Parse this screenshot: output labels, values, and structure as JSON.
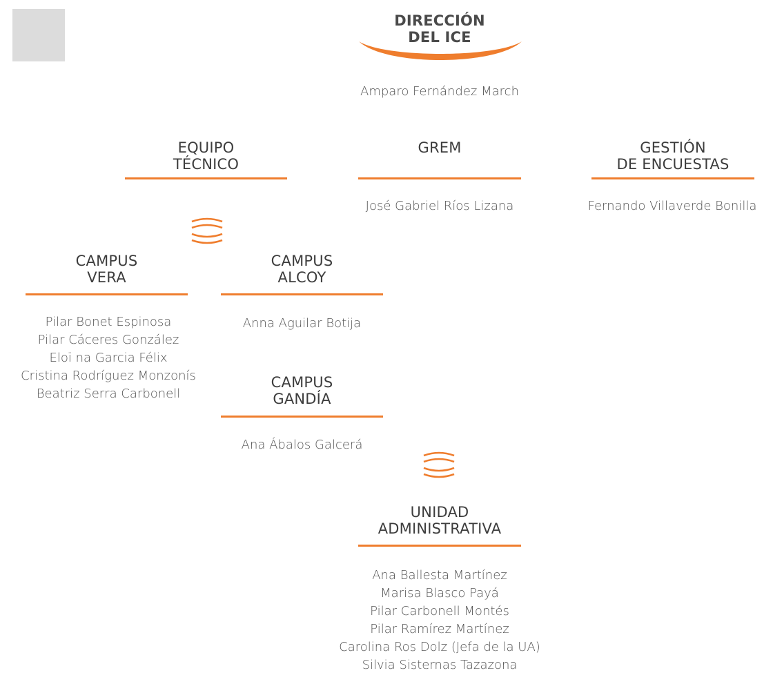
{
  "direccion": {
    "title_line1": "DIRECCIÓN",
    "title_line2": "DEL ICE",
    "name": "Amparo Fernández March"
  },
  "equipo_tecnico": {
    "title_line1": "EQUIPO",
    "title_line2": "TÉCNICO"
  },
  "grem": {
    "title_line1": "GREM",
    "names": [
      "José Gabriel Ríos Lizana"
    ]
  },
  "encuestas": {
    "title_line1": "GESTIÓN",
    "title_line2": "DE ENCUESTAS",
    "names": [
      "Fernando Villaverde Bonilla"
    ]
  },
  "campus_vera": {
    "title_line1": "CAMPUS",
    "title_line2": "VERA",
    "names": [
      "Pilar Bonet Espinosa",
      "Pilar Cáceres González",
      "Eloï na Garcia Félix",
      "Cristina Rodríguez Monzonís",
      "Beatriz Serra Carbonell"
    ]
  },
  "campus_alcoy": {
    "title_line1": "CAMPUS",
    "title_line2": "ALCOY",
    "names": [
      "Anna Aguilar Botija"
    ]
  },
  "campus_gandia": {
    "title_line1": "CAMPUS",
    "title_line2": "GANDÍA",
    "names": [
      "Ana Ábalos Galcerá"
    ]
  },
  "unidad_administrativa": {
    "title_line1": "UNIDAD",
    "title_line2": "ADMINISTRATIVA",
    "names": [
      "Ana Ballesta Martínez",
      "Marisa Blasco Payá",
      "Pilar Carbonell Montés",
      "Pilar Ramírez Martínez",
      "Carolina Ros Dolz (Jefa de la UA)",
      "Silvia Sisternas Tazazona"
    ]
  },
  "colors": {
    "accent": "#ef7d2d",
    "placeholder": "#dcdcdc",
    "text": "#444444"
  },
  "icons": [
    "logo-placeholder",
    "arc-swoosh-icon",
    "wave-lines-icon"
  ]
}
